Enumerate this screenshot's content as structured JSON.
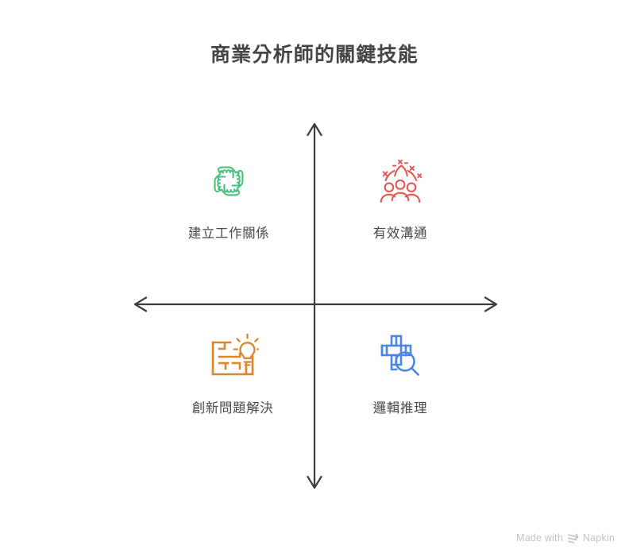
{
  "page": {
    "title": "商業分析師的關鍵技能",
    "background_color": "#ffffff",
    "title_color": "#454545",
    "axis_color": "#3d3d3d"
  },
  "diagram": {
    "type": "four-quadrant-matrix",
    "axis": {
      "vertical_top_arrow": "up",
      "vertical_bottom_arrow": "down",
      "horizontal_left_arrow": "left",
      "horizontal_right_arrow": "right"
    },
    "quadrants": [
      {
        "position": "top-left",
        "label": "建立工作關係",
        "icon": "teamwork-hands-icon",
        "color": "#46c07f"
      },
      {
        "position": "top-right",
        "label": "有效溝通",
        "icon": "group-celebration-icon",
        "color": "#e05a52"
      },
      {
        "position": "bottom-left",
        "label": "創新問題解決",
        "icon": "maze-lightbulb-icon",
        "color": "#dd8529"
      },
      {
        "position": "bottom-right",
        "label": "邏輯推理",
        "icon": "crossword-magnifier-icon",
        "color": "#4a86e8"
      }
    ]
  },
  "footer": {
    "made_with_text": "Made with",
    "brand": "Napkin",
    "logo_icon": "napkin-chevron-logo",
    "color": "#c3c3c3"
  }
}
